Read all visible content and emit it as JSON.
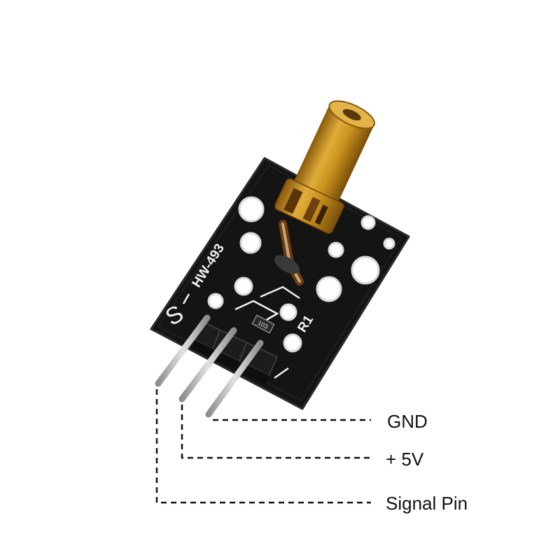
{
  "board": {
    "model": "HW-493",
    "signal_marker": "S",
    "resistor_label": "R1",
    "resistor_code": "103"
  },
  "pins": [
    {
      "id": "gnd",
      "label": "GND"
    },
    {
      "id": "vcc",
      "label": "+ 5V"
    },
    {
      "id": "signal",
      "label": "Signal Pin"
    }
  ],
  "colors": {
    "pcb": "#141414",
    "pcb_edge": "#2a2a2a",
    "brass": "#c9931e",
    "brass_dark": "#7a4e0a",
    "pin_metal": "#b9b9b9",
    "header_plastic": "#1c1c1c",
    "silkscreen": "#f2f2f2",
    "leader_line": "#111111"
  }
}
